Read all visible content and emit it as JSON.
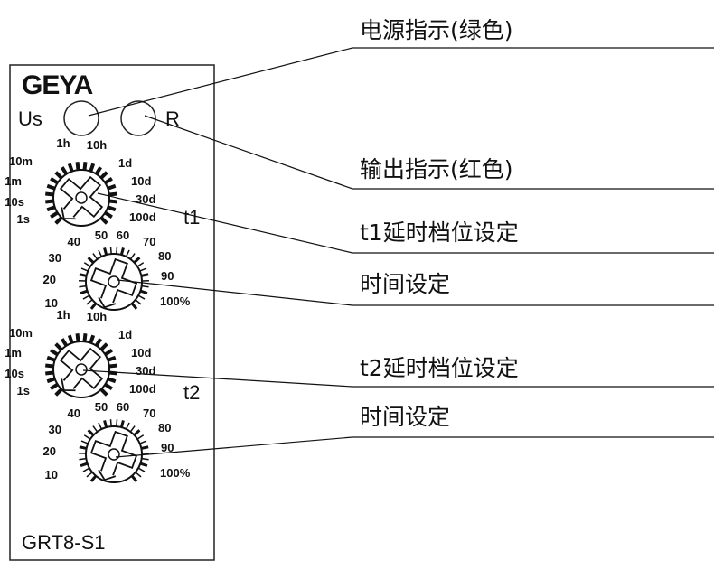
{
  "device": {
    "brand": "GEYA",
    "model": "GRT8-S1",
    "led_supply_label": "Us",
    "led_relay_label": "R",
    "timer1_label": "t1",
    "timer2_label": "t2"
  },
  "range_scale": [
    "1s",
    "10s",
    "1m",
    "10m",
    "1h",
    "10h",
    "1d",
    "10d",
    "30d",
    "100d"
  ],
  "percent_scale": [
    "10",
    "20",
    "30",
    "40",
    "50",
    "60",
    "70",
    "80",
    "90",
    "100%"
  ],
  "callouts": [
    "电源指示(绿色)",
    "输出指示(红色)",
    "t1延时档位设定",
    "时间设定",
    "t2延时档位设定",
    "时间设定"
  ]
}
